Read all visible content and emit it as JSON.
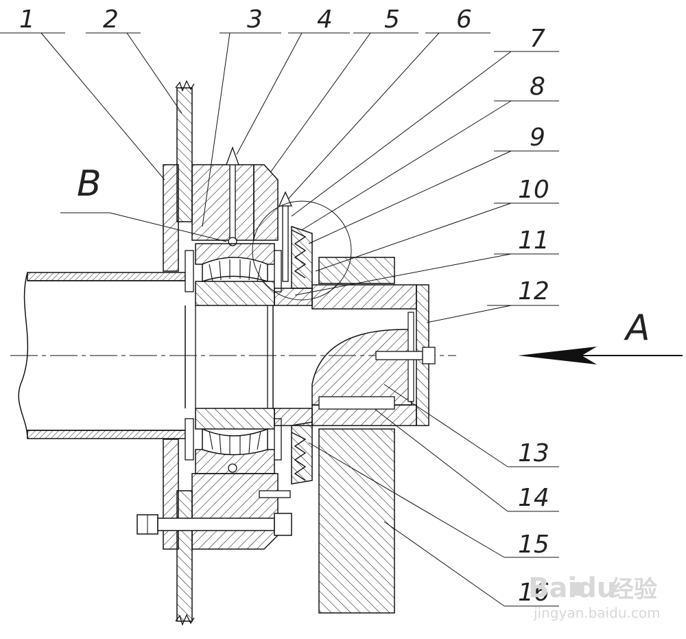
{
  "part_labels": [
    "1",
    "2",
    "3",
    "4",
    "5",
    "6",
    "7",
    "8",
    "9",
    "10",
    "11",
    "12",
    "13",
    "14",
    "15",
    "16"
  ],
  "view_label_a": "A",
  "view_label_b": "B",
  "watermark": {
    "brand": "Baidu",
    "product": "经验",
    "url": "jingyan.baidu.com"
  },
  "colors": {
    "line": "#111111",
    "background": "#ffffff",
    "watermark": "#d8d8d8"
  }
}
